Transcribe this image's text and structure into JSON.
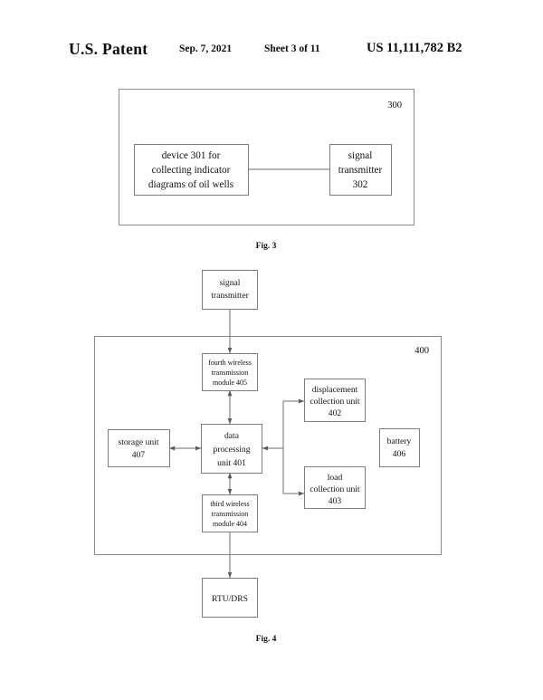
{
  "header": {
    "title": "U.S. Patent",
    "date": "Sep. 7, 2021",
    "sheet": "Sheet 3 of 11",
    "patent_number": "US 11,111,782 B2"
  },
  "figures": [
    {
      "id": "fig3",
      "caption": "Fig. 3",
      "frame_ref": "300",
      "nodes": [
        {
          "id": "device301",
          "lines": [
            "device 301 for",
            "collecting indicator",
            "diagrams of oil wells"
          ]
        },
        {
          "id": "transmitter302",
          "lines": [
            "signal",
            "transmitter",
            "302"
          ]
        }
      ]
    },
    {
      "id": "fig4",
      "caption": "Fig. 4",
      "frame_ref": "400",
      "nodes": [
        {
          "id": "signal-transmitter",
          "lines": [
            "signal",
            "transmitter"
          ]
        },
        {
          "id": "fourth-wireless-405",
          "lines": [
            "fourth wireless",
            "transmission",
            "module 405"
          ]
        },
        {
          "id": "displacement-402",
          "lines": [
            "displacement",
            "collection unit",
            "402"
          ]
        },
        {
          "id": "battery-406",
          "lines": [
            "battery",
            "406"
          ]
        },
        {
          "id": "storage-407",
          "lines": [
            "storage unit",
            "407"
          ]
        },
        {
          "id": "data-processing-401",
          "lines": [
            "data",
            "processing",
            "unit 401"
          ]
        },
        {
          "id": "load-403",
          "lines": [
            "load",
            "collection unit",
            "403"
          ]
        },
        {
          "id": "third-wireless-404",
          "lines": [
            "third wireless",
            "transmission",
            "module 404"
          ]
        },
        {
          "id": "rtu-drs",
          "lines": [
            "RTU/DRS"
          ]
        }
      ]
    }
  ],
  "colors": {
    "page_background": "#ffffff",
    "ink": "#111111",
    "box_stroke": "#7d7d7d",
    "frame_stroke": "#8c8c8c",
    "connector_stroke": "#6e6e6e"
  }
}
